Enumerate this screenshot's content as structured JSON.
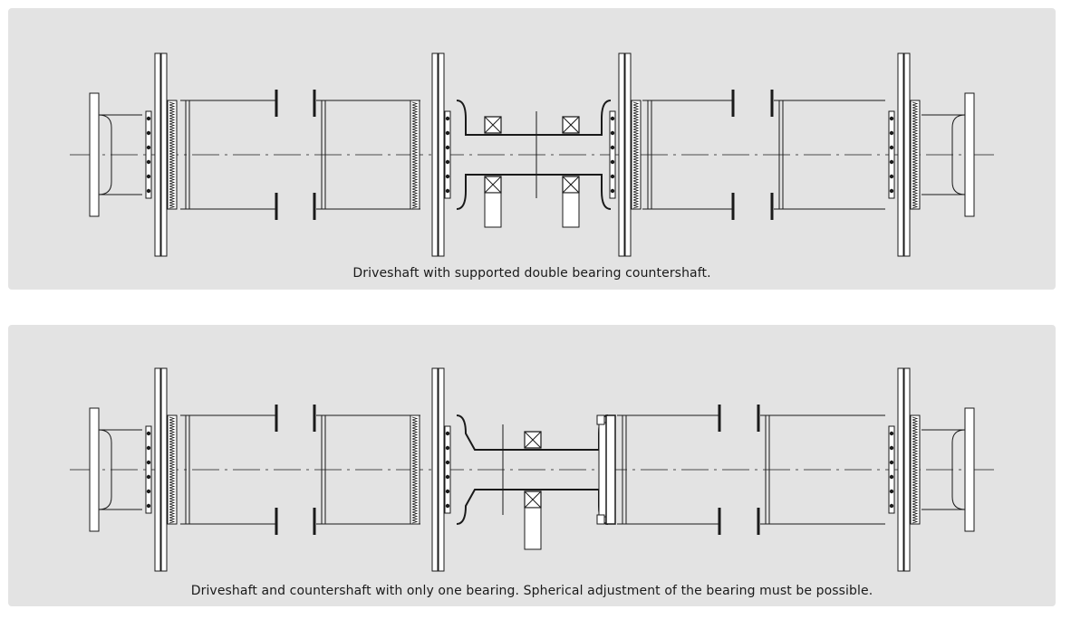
{
  "panels": [
    {
      "caption": "Driveshaft with supported double bearing countershaft.",
      "bearing_count": 2
    },
    {
      "caption": "Driveshaft and countershaft with only one bearing. Spherical adjustment of the bearing must be possible.",
      "bearing_count": 1
    }
  ],
  "colors": {
    "panel_bg": "#e3e3e3",
    "line": "#1a1a1a",
    "fill": "#ffffff"
  }
}
